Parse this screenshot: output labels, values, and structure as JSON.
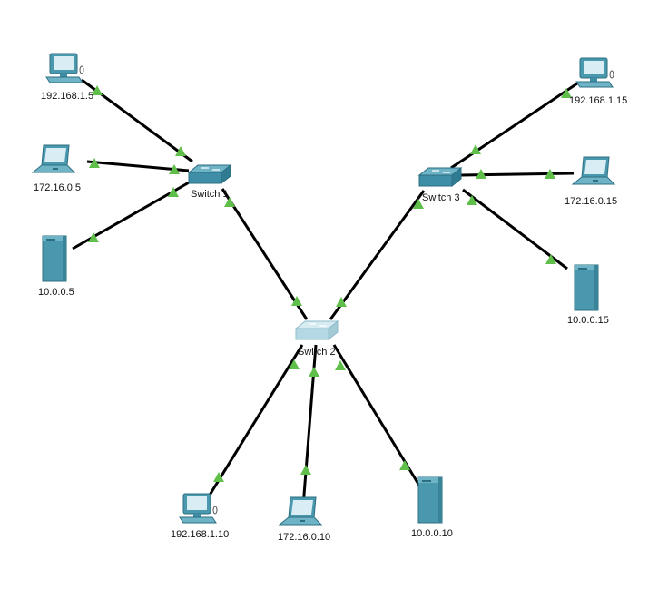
{
  "switches": {
    "s1": {
      "label": "Switch 1",
      "style": "dark"
    },
    "s2": {
      "label": "Switch 2",
      "style": "light"
    },
    "s3": {
      "label": "Switch 3",
      "style": "dark"
    }
  },
  "devices": {
    "pc_1_5": {
      "label": "192.168.1.5",
      "icon": "desktop-pc-icon"
    },
    "lap_16_5": {
      "label": "172.16.0.5",
      "icon": "laptop-icon"
    },
    "srv_10_5": {
      "label": "10.0.0.5",
      "icon": "server-icon"
    },
    "pc_1_15": {
      "label": "192.168.1.15",
      "icon": "desktop-pc-icon"
    },
    "lap_16_15": {
      "label": "172.16.0.15",
      "icon": "laptop-icon"
    },
    "srv_10_15": {
      "label": "10.0.0.15",
      "icon": "server-icon"
    },
    "pc_1_10": {
      "label": "192.168.1.10",
      "icon": "desktop-pc-icon"
    },
    "lap_16_10": {
      "label": "172.16.0.10",
      "icon": "laptop-icon"
    },
    "srv_10_10": {
      "label": "10.0.0.10",
      "icon": "server-icon"
    }
  },
  "colors": {
    "link": "#000000",
    "link_up_indicator": "#5fbf4a",
    "device_teal": "#4a98ad",
    "switch_dark": "#3d8ea6",
    "switch_light": "#b5d9e4"
  }
}
